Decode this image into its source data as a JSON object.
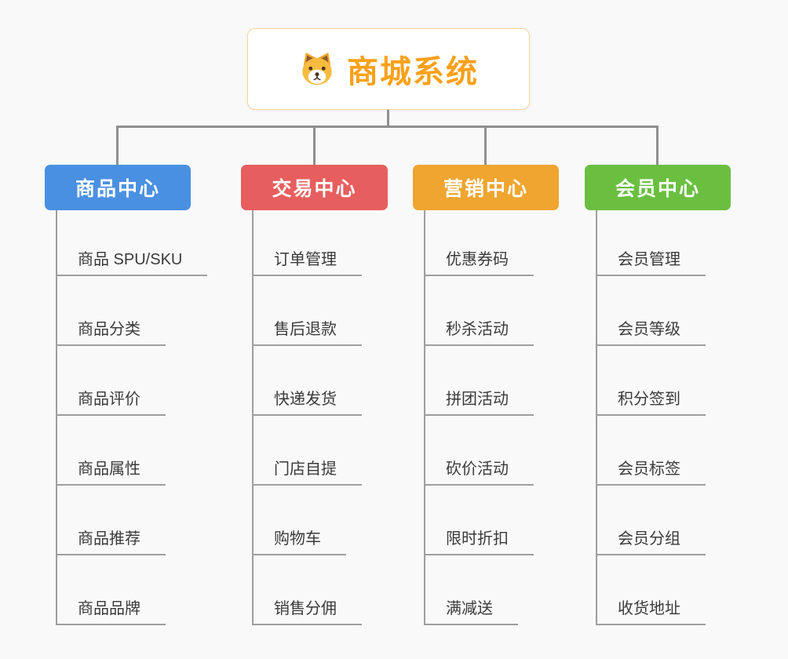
{
  "root": {
    "title": "商城系统",
    "icon": "dog-face"
  },
  "line_color": "#8f8f8f",
  "branches": [
    {
      "label": "商品中心",
      "color": "#4a90e2",
      "items": [
        "商品 SPU/SKU",
        "商品分类",
        "商品评价",
        "商品属性",
        "商品推荐",
        "商品品牌"
      ]
    },
    {
      "label": "交易中心",
      "color": "#e75e5e",
      "items": [
        "订单管理",
        "售后退款",
        "快递发货",
        "门店自提",
        "购物车",
        "销售分佣"
      ]
    },
    {
      "label": "营销中心",
      "color": "#efa52f",
      "items": [
        "优惠券码",
        "秒杀活动",
        "拼团活动",
        "砍价活动",
        "限时折扣",
        "满减送"
      ]
    },
    {
      "label": "会员中心",
      "color": "#6abf40",
      "items": [
        "会员管理",
        "会员等级",
        "积分签到",
        "会员标签",
        "会员分组",
        "收货地址"
      ]
    }
  ]
}
